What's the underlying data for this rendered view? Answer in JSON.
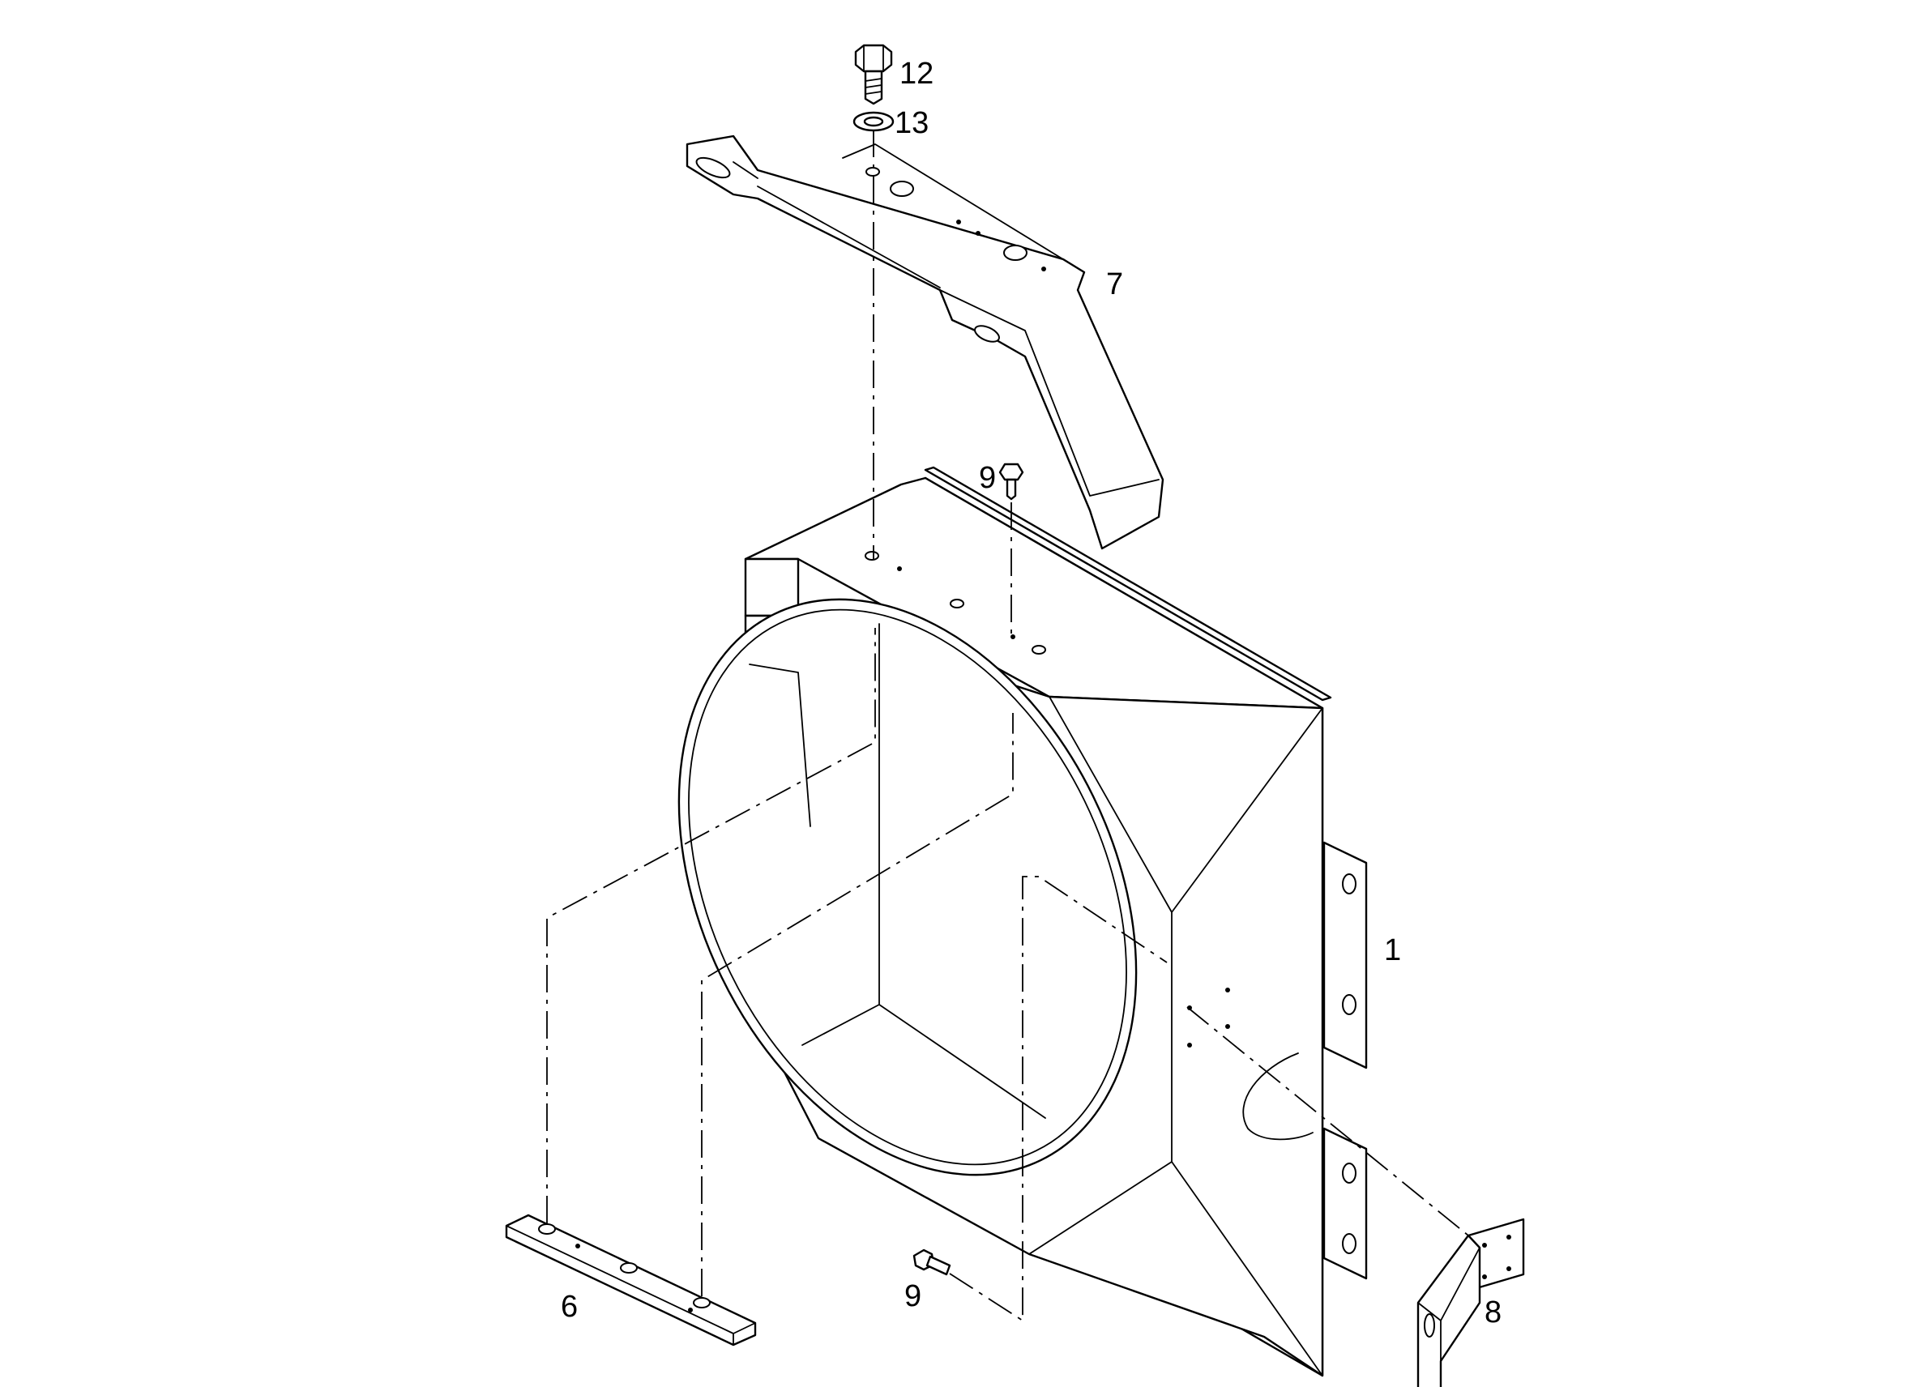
{
  "diagram": {
    "callouts": [
      {
        "id": "c12",
        "text": "12",
        "part": "bolt"
      },
      {
        "id": "c13",
        "text": "13",
        "part": "washer"
      },
      {
        "id": "c7",
        "text": "7",
        "part": "upper-bracket"
      },
      {
        "id": "c9a",
        "text": "9",
        "part": "top-screw"
      },
      {
        "id": "c1",
        "text": "1",
        "part": "fan-shroud"
      },
      {
        "id": "c6",
        "text": "6",
        "part": "lower-strip"
      },
      {
        "id": "c9b",
        "text": "9",
        "part": "lower-screw"
      },
      {
        "id": "c8",
        "text": "8",
        "part": "side-bracket"
      }
    ]
  }
}
